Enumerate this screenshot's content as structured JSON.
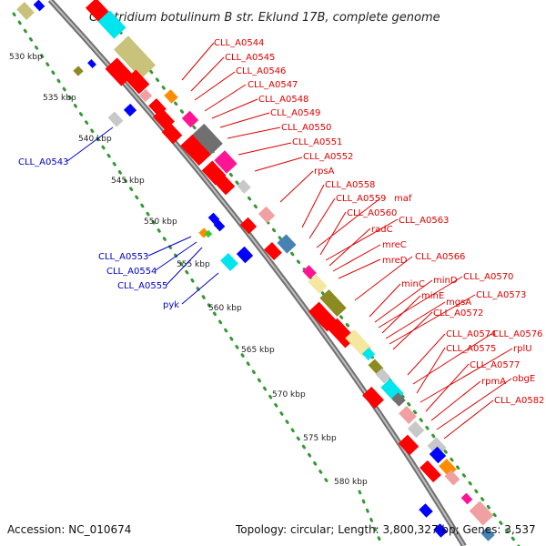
{
  "title": "Clostridium botulinum B str. Eklund 17B, complete genome",
  "footer": {
    "accession": "Accession: NC_010674",
    "summary": "Topology: circular; Length: 3,800,327 bp; Genes: 3,537"
  },
  "colors": {
    "label_red": "#dd0000",
    "label_blue": "#0000cc",
    "backbone": "#808080",
    "tick_dots": "#339933",
    "cds_red": "#ff0000",
    "olive": "#8b8b22",
    "khaki": "#c8c27a",
    "pink_light": "#f0a0a0",
    "magenta": "#ff1493",
    "cyan": "#00e5ee",
    "steelblue": "#4682b4",
    "orange": "#ff8c00",
    "gray_dark": "#707070",
    "gray_light": "#c8c8c8",
    "wheat": "#f5e6a0",
    "blue": "#0000ff",
    "green": "#33cc33"
  },
  "kbp_ticks": [
    "530 kbp",
    "535 kbp",
    "540 kbp",
    "545 kbp",
    "550 kbp",
    "555 kbp",
    "560 kbp",
    "565 kbp",
    "570 kbp",
    "575 kbp",
    "580 kbp"
  ],
  "right_labels": [
    "CLL_A0544",
    "CLL_A0545",
    "CLL_A0546",
    "CLL_A0547",
    "CLL_A0548",
    "CLL_A0549",
    "CLL_A0550",
    "CLL_A0551",
    "CLL_A0552",
    "rpsA",
    "CLL_A0558",
    "CLL_A0559",
    "maf",
    "CLL_A0560",
    "CLL_A0563",
    "radC",
    "mreC",
    "mreD",
    "CLL_A0566",
    "minC",
    "minD",
    "CLL_A0570",
    "minE",
    "mgsA",
    "CLL_A0573",
    "CLL_A0572",
    "CLL_A0574",
    "CLL_A0576",
    "CLL_A0575",
    "rplU",
    "CLL_A0577",
    "rpmA",
    "obgE",
    "CLL_A0582"
  ],
  "left_labels": [
    "CLL_A0543",
    "CLL_A0553",
    "CLL_A0554",
    "CLL_A0555",
    "pyk"
  ]
}
